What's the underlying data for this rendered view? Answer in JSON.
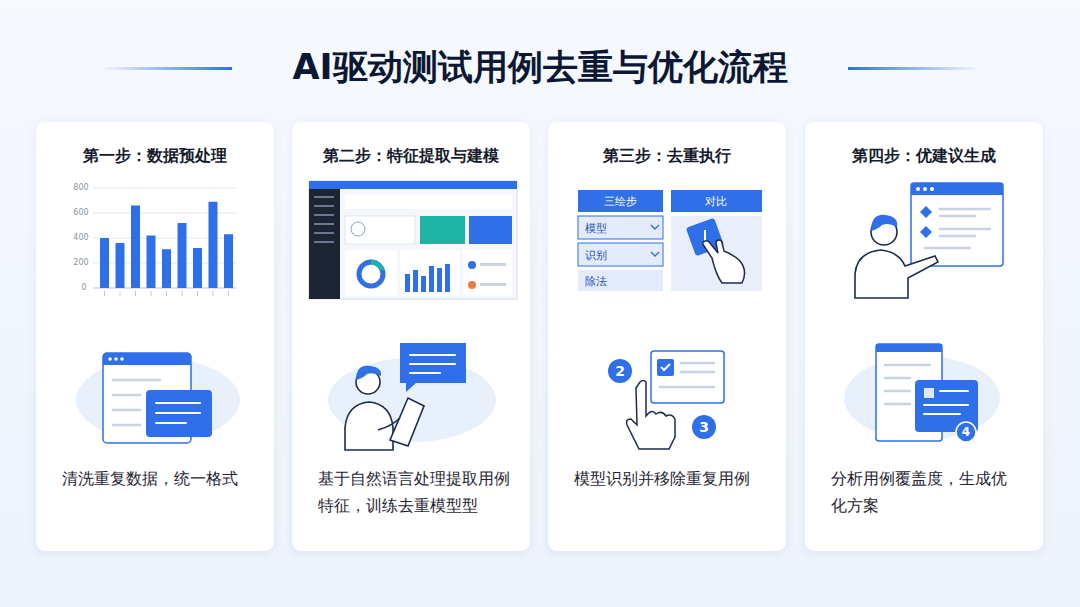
{
  "diagram": {
    "title": "AI驱动测试用例去重与优化流程",
    "nodes": [
      {
        "text": [
          "第一步：数据预处理",
          "清洗重复数据，统一格式"
        ]
      },
      {
        "text": [
          "第二步：特征提取与建模",
          "基于自然语言处理提取用例特征，训练去重模型型"
        ]
      },
      {
        "text": [
          "第三步：去重执行",
          "模型识别并移除重复用例"
        ]
      },
      {
        "text": [
          "第四步：优建议生成",
          "分析用例覆盖度，生成优化方案"
        ]
      }
    ],
    "labels": [
      "800",
      "600",
      "400",
      "200",
      "0",
      "三绘步",
      "对比",
      "模型",
      "识别",
      "除法",
      "2",
      "3",
      "4"
    ]
  }
}
